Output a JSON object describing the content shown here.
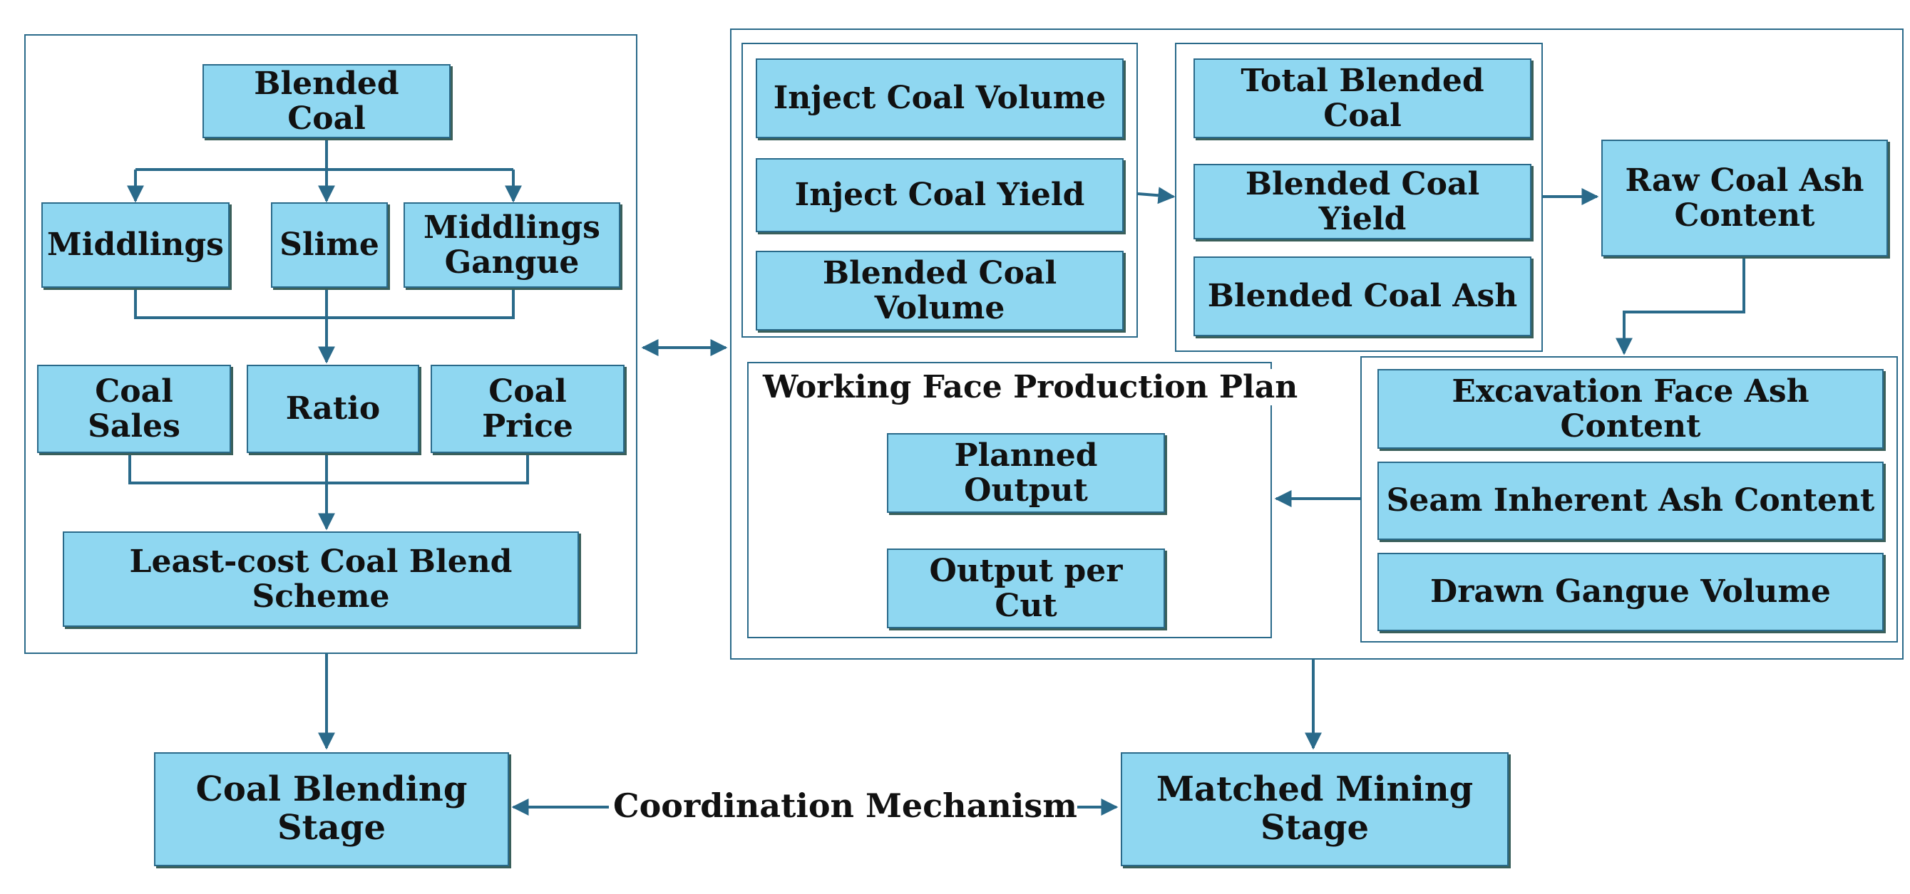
{
  "blending_panel": {
    "blended_coal": "Blended Coal",
    "middlings": "Middlings",
    "slime": "Slime",
    "middlings_gangue": "Middlings\nGangue",
    "coal_sales": "Coal Sales",
    "ratio": "Ratio",
    "coal_price": "Coal Price",
    "scheme": "Least-cost Coal Blend Scheme"
  },
  "mining_panel": {
    "inject_coal_volume": "Inject Coal Volume",
    "inject_coal_yield": "Inject Coal Yield",
    "blended_coal_volume": "Blended Coal Volume",
    "total_blended_coal": "Total Blended Coal",
    "blended_coal_yield": "Blended Coal Yield",
    "blended_coal_ash": "Blended Coal Ash",
    "raw_coal_ash_content": "Raw Coal Ash\nContent",
    "production_plan": {
      "title": "Working Face Production Plan",
      "planned_output": "Planned Output",
      "output_per_cut": "Output per Cut"
    },
    "excavation_face_ash": "Excavation Face Ash Content",
    "seam_inherent_ash": "Seam Inherent Ash Content",
    "drawn_gangue_volume": "Drawn Gangue Volume"
  },
  "stages": {
    "coal_blending_stage": "Coal Blending Stage",
    "coordination_mechanism": "Coordination Mechanism",
    "matched_mining_stage": "Matched Mining Stage"
  },
  "colors": {
    "box_fill": "#8fd7f1",
    "line": "#2a6a8a"
  }
}
